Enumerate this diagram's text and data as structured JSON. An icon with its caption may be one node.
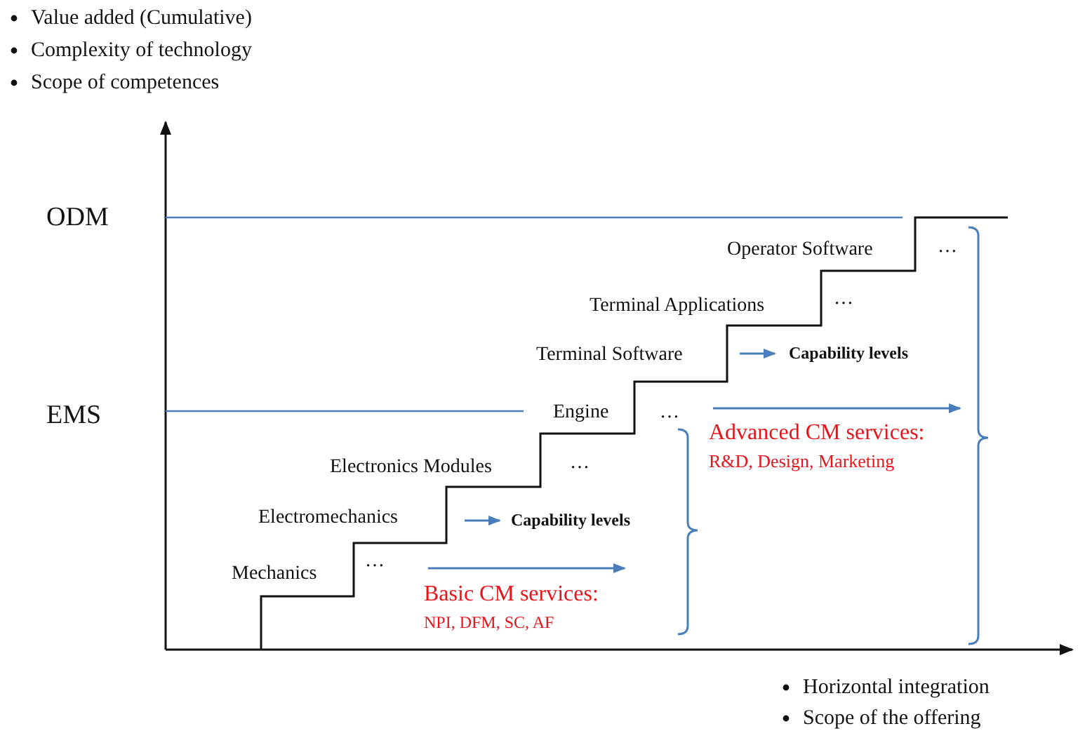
{
  "diagram": {
    "labels": [
      "Value added (Cumulative)",
      "Complexity of technology",
      "Scope of competences",
      "ODM",
      "Operator Software",
      "…",
      "Terminal Applications",
      "…",
      "Terminal Software",
      "Capability levels",
      "EMS",
      "Engine",
      "…",
      "Advanced CM services:",
      "Electronics Modules",
      "R&D, Design, Marketing",
      "…",
      "Electromechanics",
      "Capability levels",
      "Mechanics",
      "…",
      "Basic CM services:",
      "NPI, DFM, SC, AF",
      "Horizontal integration",
      "Scope of the offering"
    ]
  }
}
